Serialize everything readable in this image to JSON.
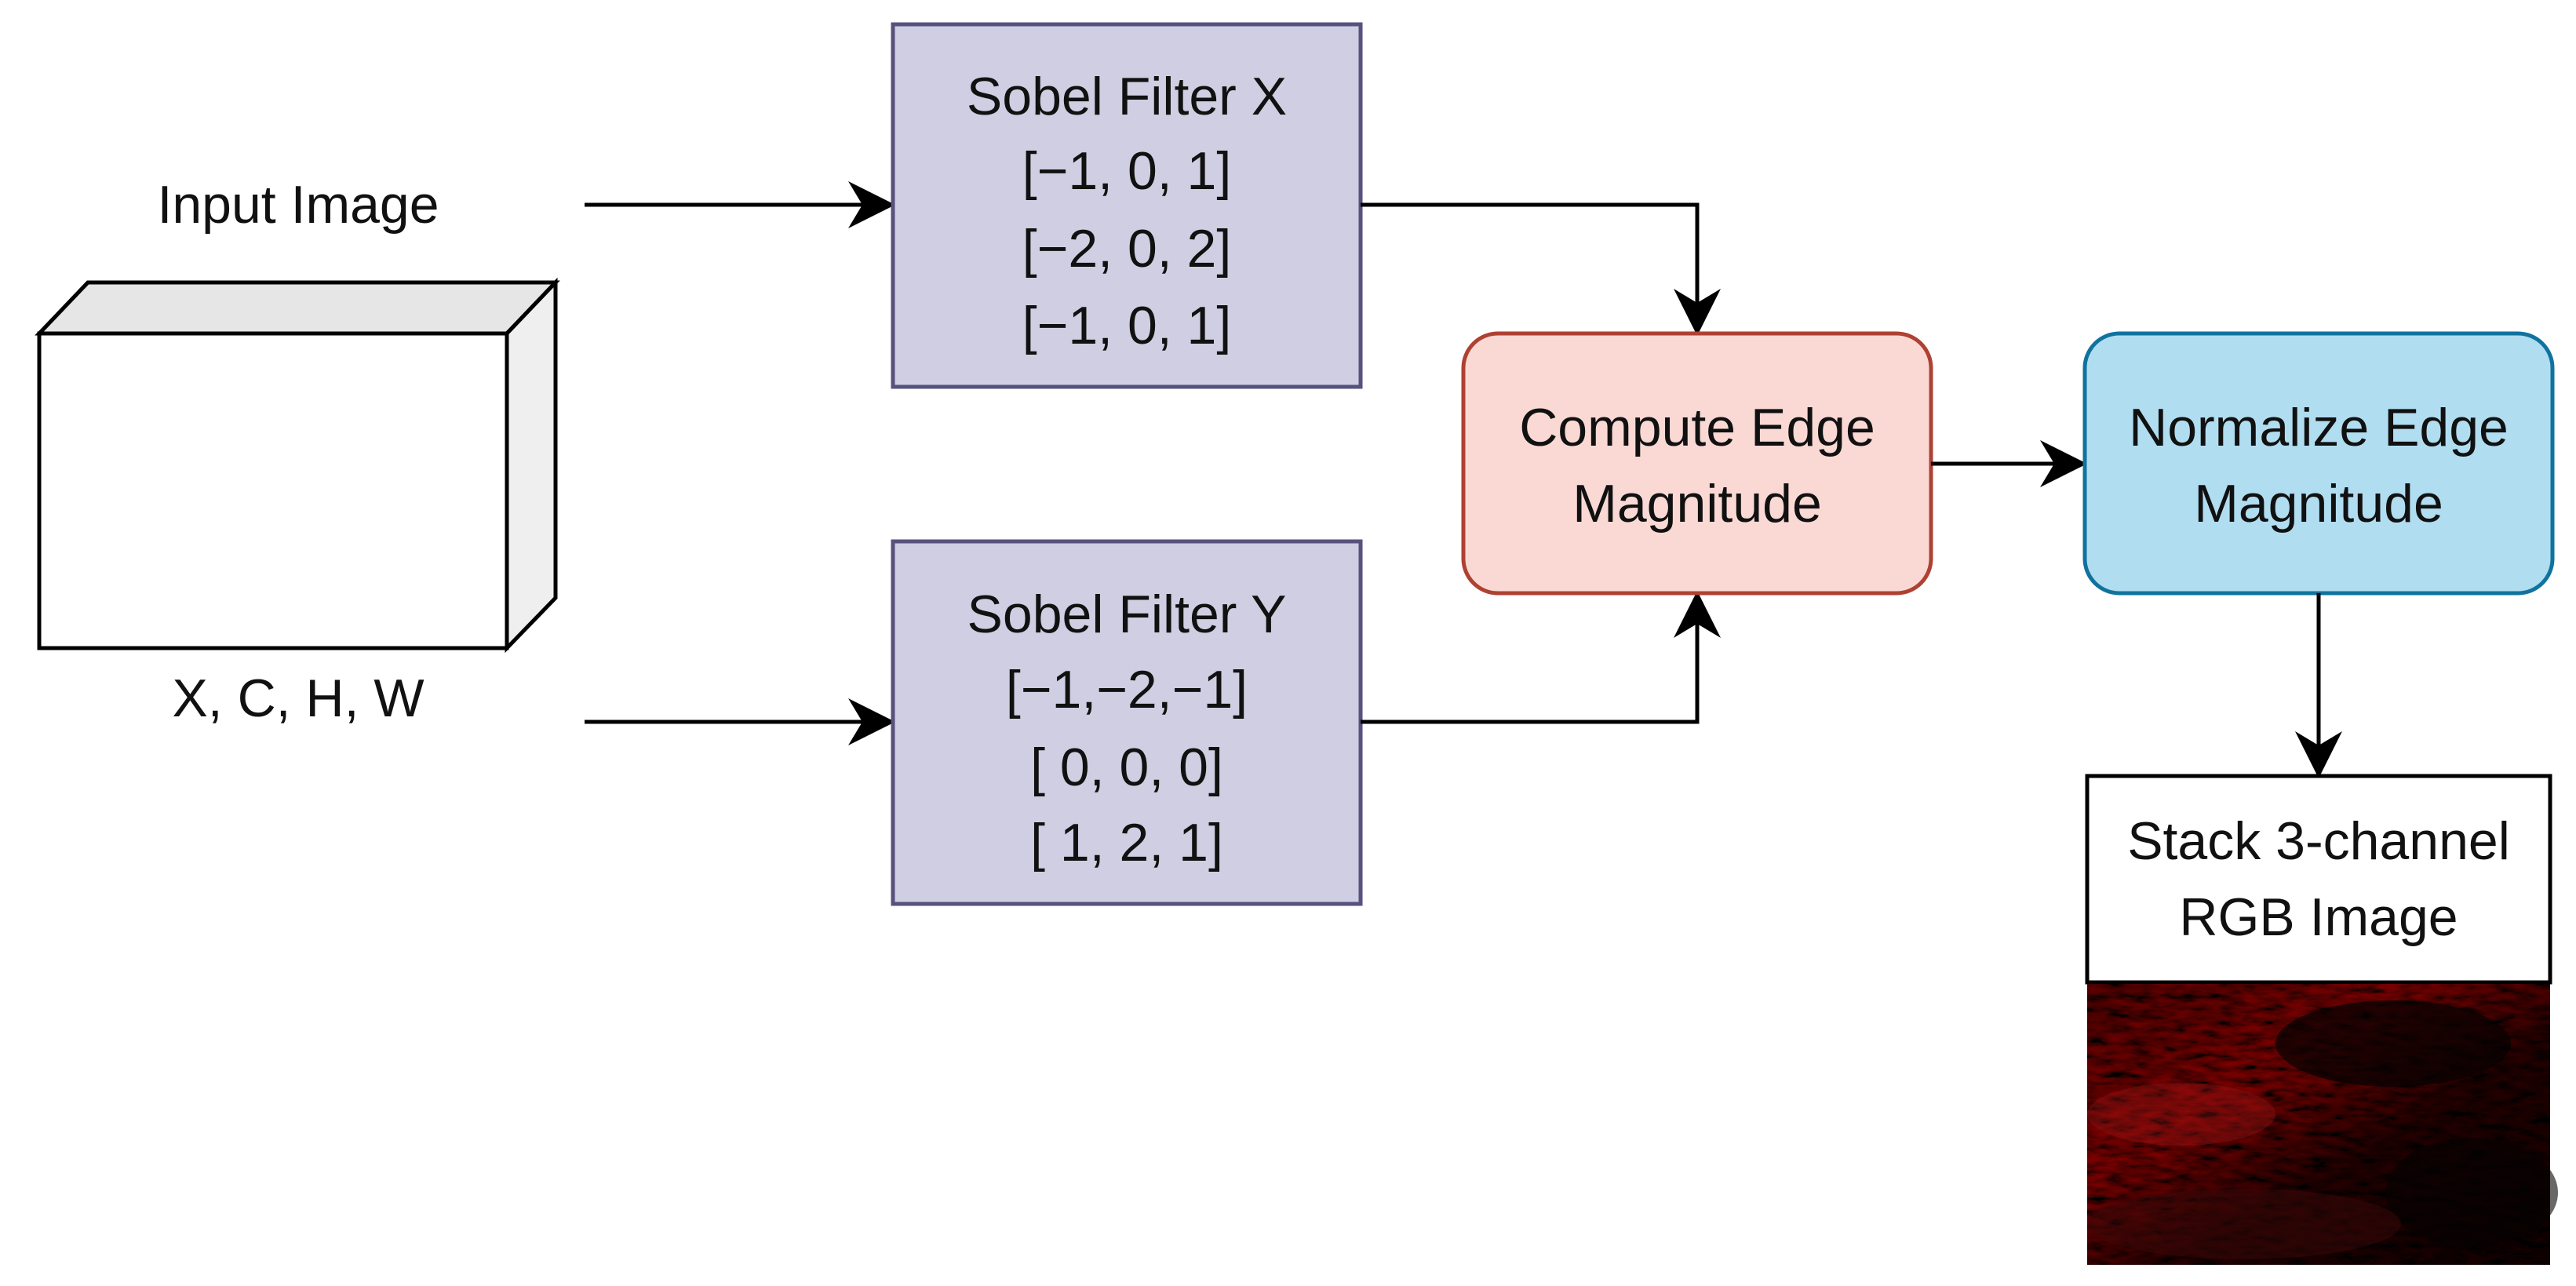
{
  "colors": {
    "filter_fill": "#d0cee2",
    "filter_stroke": "#56517e",
    "compute_fill": "#fad9d5",
    "compute_stroke": "#ae4132",
    "normalize_fill": "#b1ddf0",
    "normalize_stroke": "#10739e",
    "line": "#000000"
  },
  "input": {
    "label": "Input Image",
    "shape_label": "X, C, H, W"
  },
  "sobel_x": {
    "title": "Sobel Filter X",
    "rows": [
      "[−1, 0, 1]",
      "[−2, 0, 2]",
      "[−1, 0, 1]"
    ]
  },
  "sobel_y": {
    "title": "Sobel Filter Y",
    "rows": [
      "[−1,−2,−1]",
      "[ 0, 0, 0]",
      "[ 1, 2, 1]"
    ]
  },
  "compute": {
    "lines": [
      "Compute Edge",
      "Magnitude"
    ]
  },
  "normalize": {
    "lines": [
      "Normalize Edge",
      "Magnitude"
    ]
  },
  "stack": {
    "lines": [
      "Stack 3-channel",
      "RGB Image"
    ]
  },
  "output_image": {
    "description_icon": "edge-output-image"
  }
}
